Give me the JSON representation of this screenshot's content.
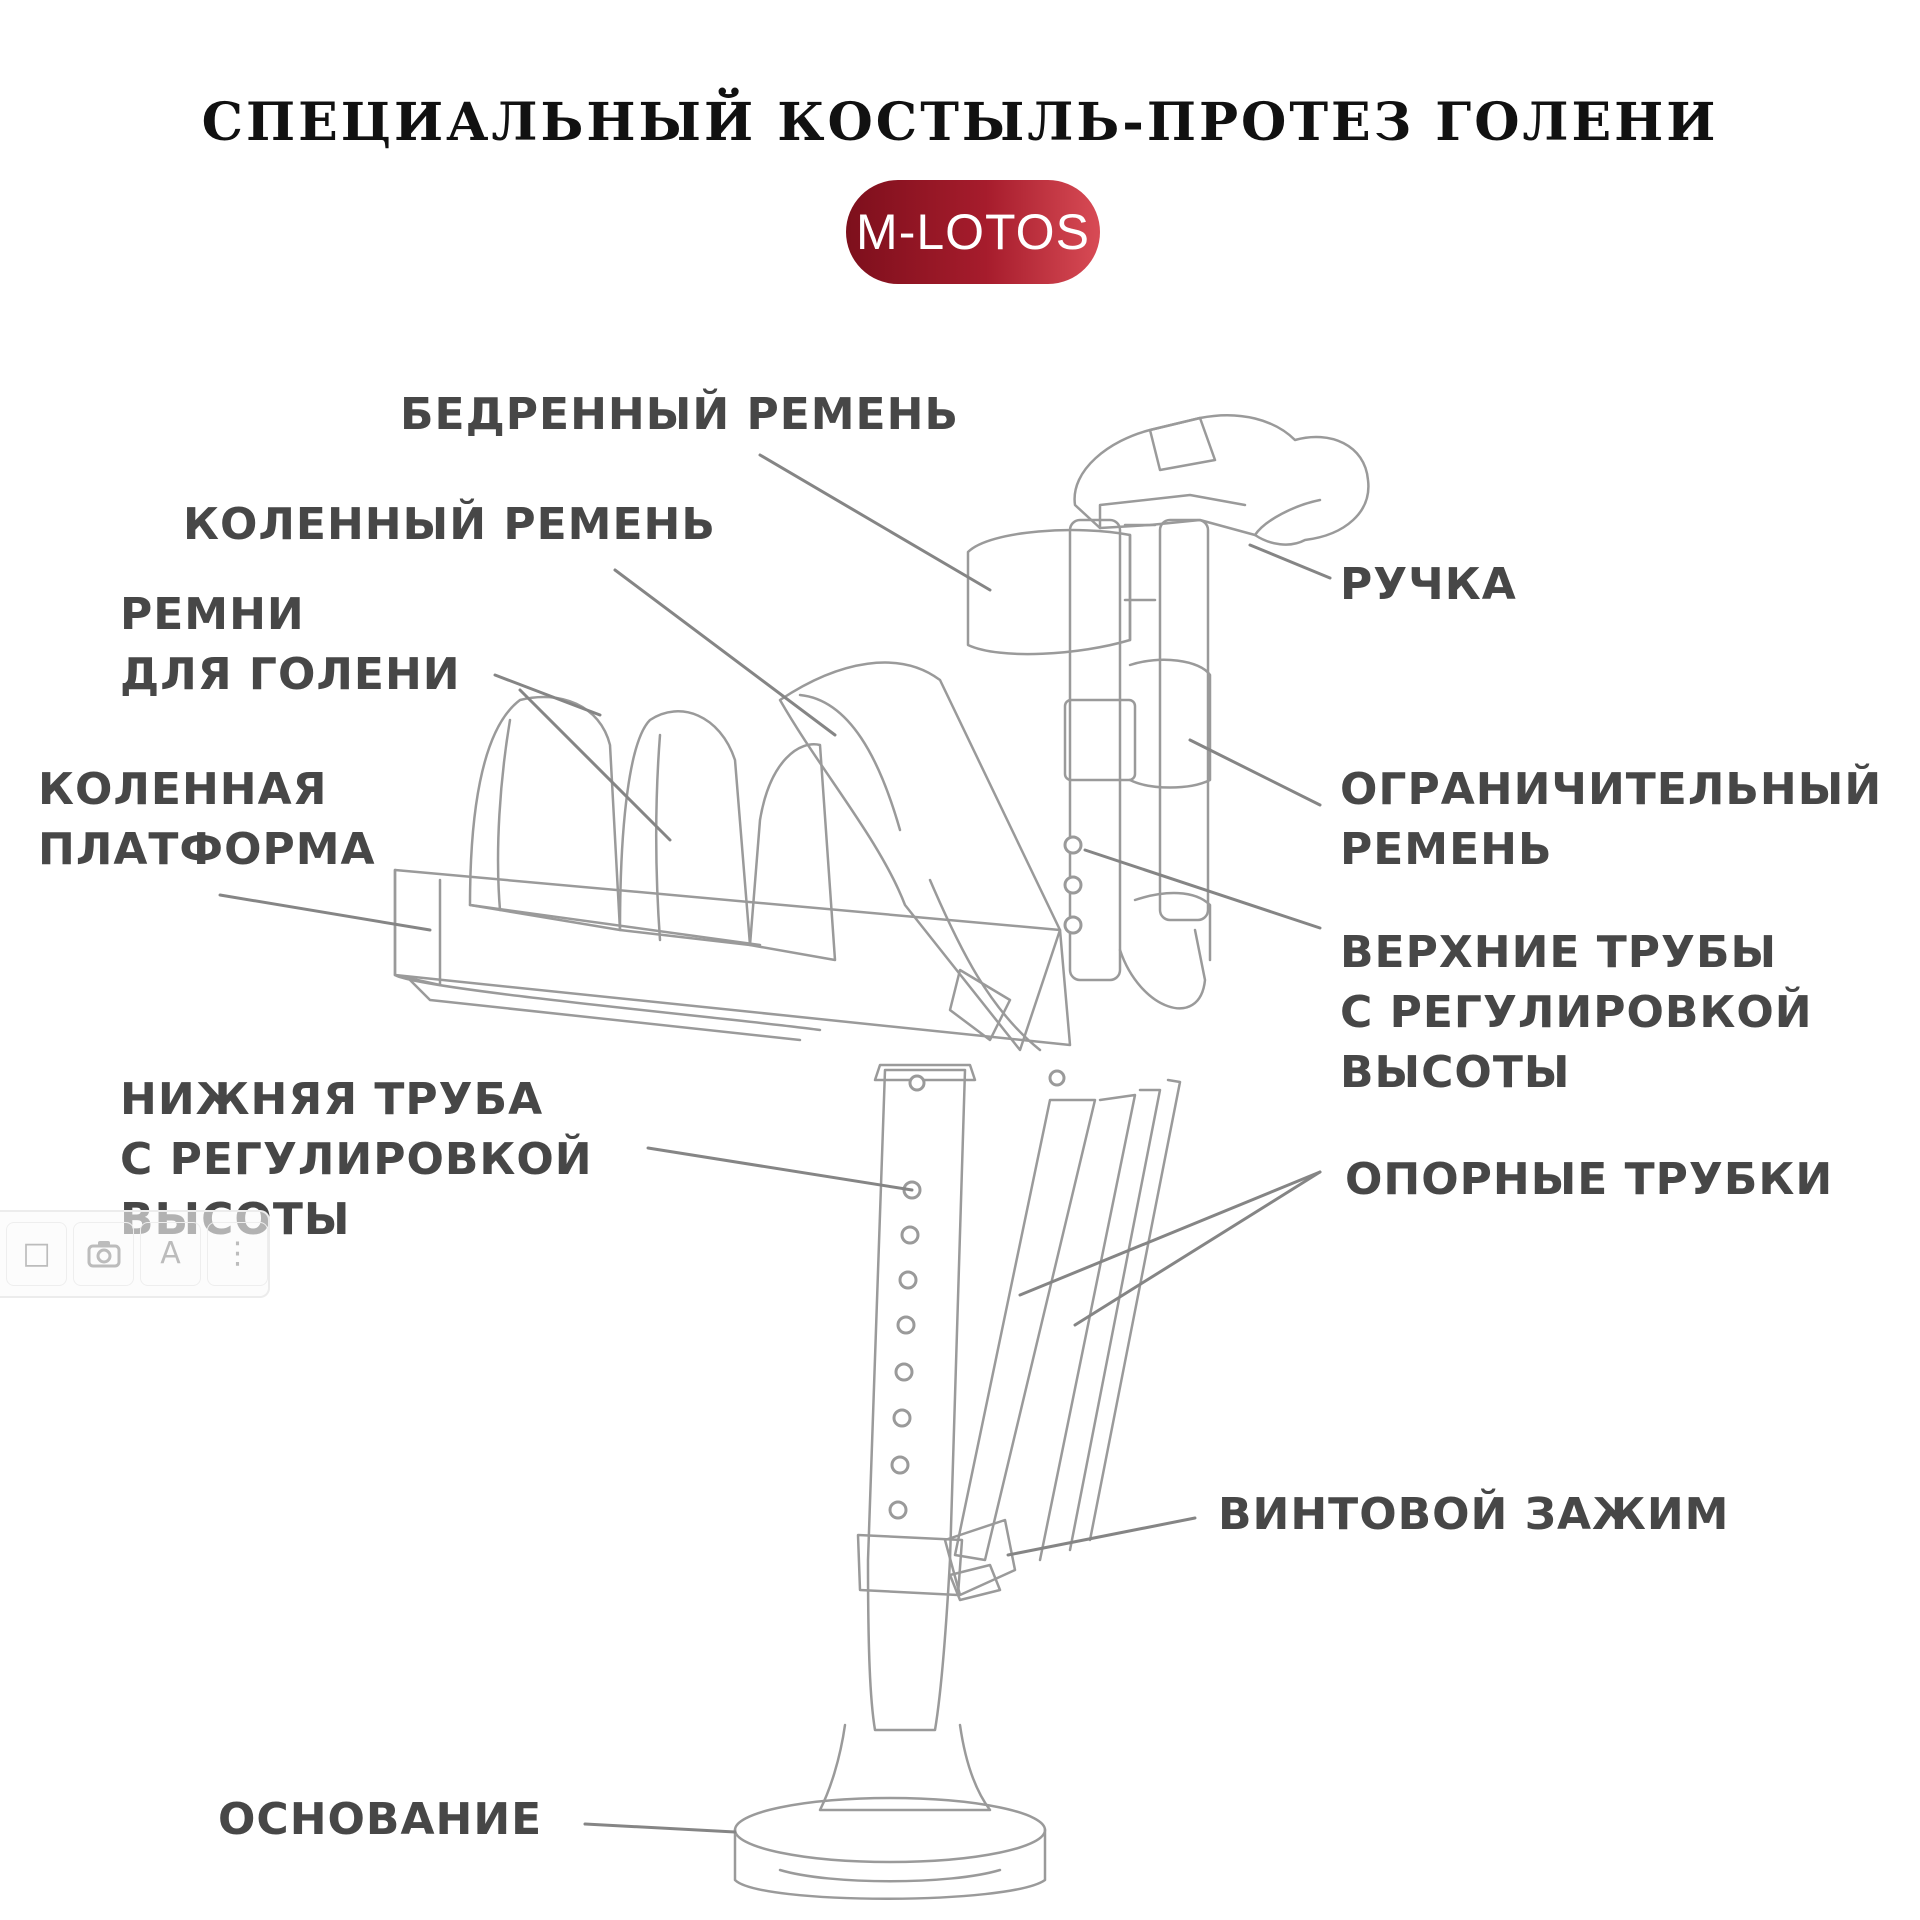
{
  "header": {
    "title": "СПЕЦИАЛЬНЫЙ КОСТЫЛЬ-ПРОТЕЗ ГОЛЕНИ",
    "brand": "M-LOTOS",
    "brand_colors": [
      "#7d0f1c",
      "#d84b55"
    ]
  },
  "labels": {
    "thigh_strap": "БЕДРЕННЫЙ РЕМЕНЬ",
    "knee_strap": "КОЛЕННЫЙ РЕМЕНЬ",
    "shin_straps": [
      "РЕМНИ",
      "ДЛЯ ГОЛЕНИ"
    ],
    "knee_platform": [
      "КОЛЕННАЯ",
      "ПЛАТФОРМА"
    ],
    "lower_tube": [
      "НИЖНЯЯ ТРУБА",
      "С РЕГУЛИРОВКОЙ",
      "ВЫСОТЫ"
    ],
    "base": "ОСНОВАНИЕ",
    "handle": "РУЧКА",
    "limiter_strap": [
      "ОГРАНИЧИТЕЛЬНЫЙ",
      "РЕМЕНЬ"
    ],
    "upper_tubes": [
      "ВЕРХНИЕ ТРУБЫ",
      "С РЕГУЛИРОВКОЙ",
      "ВЫСОТЫ"
    ],
    "support_tubes": "ОПОРНЫЕ ТРУБКИ",
    "screw_clamp": "ВИНТОВОЙ ЗАЖИМ"
  },
  "toolbar": {
    "icons": [
      "square-icon",
      "camera-icon",
      "text-size-icon",
      "more-icon"
    ],
    "text_size_glyph": "A",
    "more_glyph": "⋮"
  }
}
